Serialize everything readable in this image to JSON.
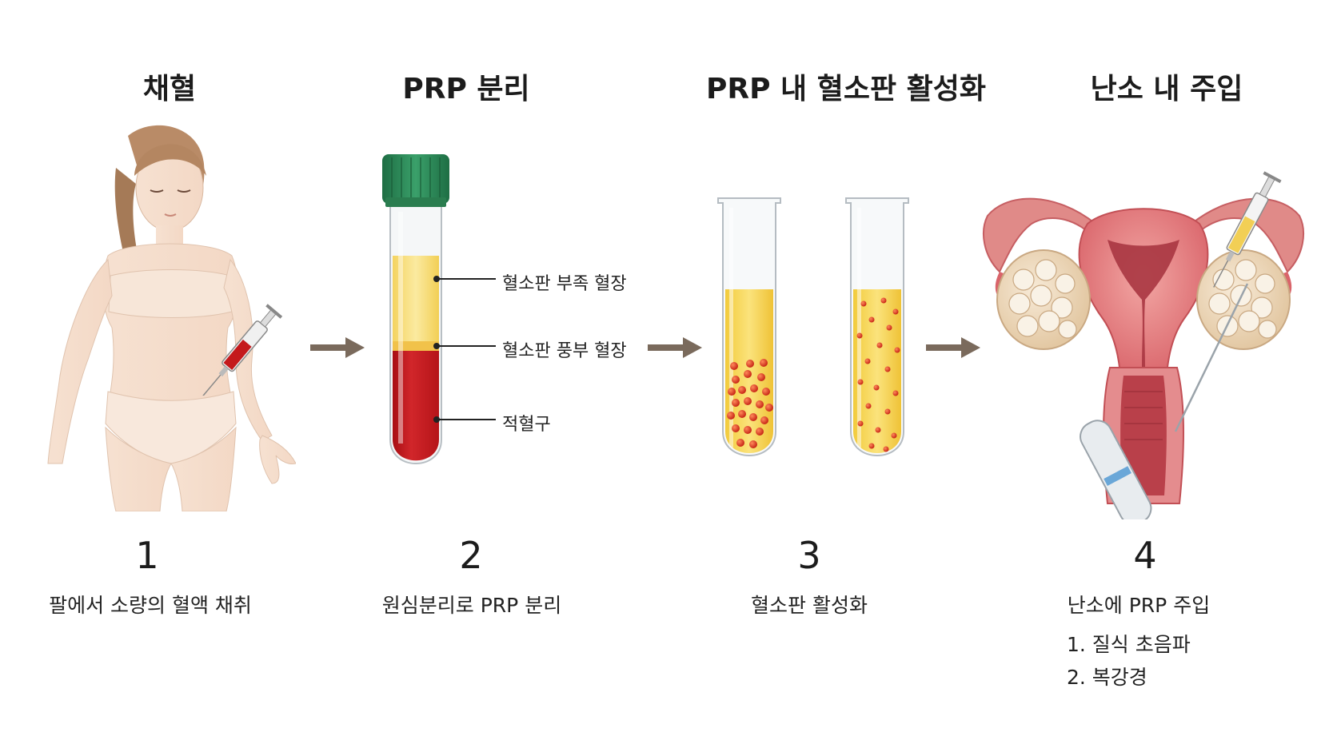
{
  "steps": [
    {
      "title": "채혈",
      "number": "1",
      "caption": "팔에서 소량의 혈액 채취"
    },
    {
      "title": "PRP 분리",
      "number": "2",
      "caption": "원심분리로 PRP 분리",
      "tube_labels": [
        "혈소판 부족 혈장",
        "혈소판 풍부 혈장",
        "적혈구"
      ]
    },
    {
      "title": "PRP 내 혈소판 활성화",
      "number": "3",
      "caption": "혈소판 활성화"
    },
    {
      "title": "난소 내 주입",
      "number": "4",
      "caption": "난소에 PRP 주입",
      "methods": [
        "1. 질식 초음파",
        "2. 복강경"
      ]
    }
  ],
  "colors": {
    "arrow": "#7a6a5c",
    "plasma_yellow": "#f6dc6a",
    "red_cells": "#c4191c",
    "cap_green": "#2f8a58",
    "uterus_pink": "#d9646a"
  },
  "icons": [
    "woman-figure-icon",
    "syringe-icon",
    "test-tube-icon",
    "uterus-ovary-icon",
    "arrow-right-icon"
  ]
}
